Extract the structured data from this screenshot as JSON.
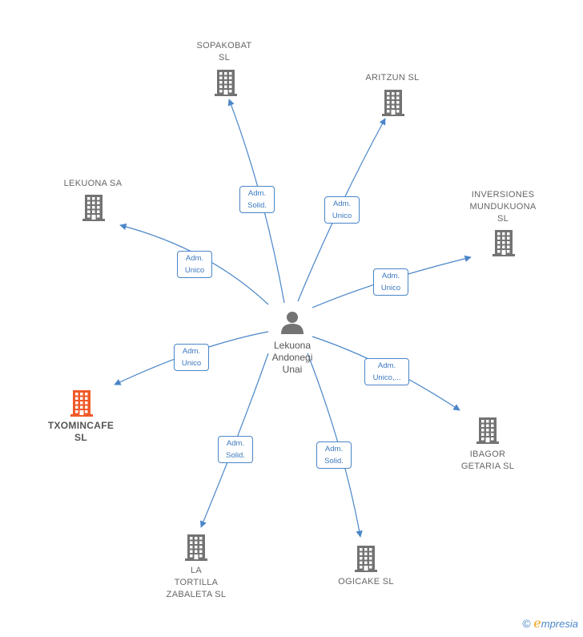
{
  "center": {
    "name": "Lekuona\nAndonegi\nUnai"
  },
  "nodes": [
    {
      "id": "sopakobat",
      "label": "SOPAKOBAT\nSL",
      "highlight": false
    },
    {
      "id": "aritzun",
      "label": "ARITZUN  SL",
      "highlight": false
    },
    {
      "id": "lekuona-sa",
      "label": "LEKUONA SA",
      "highlight": false
    },
    {
      "id": "inversiones",
      "label": "INVERSIONES\nMUNDUKUONA\nSL",
      "highlight": false
    },
    {
      "id": "txomincafe",
      "label": "TXOMINCAFE\nSL",
      "highlight": true
    },
    {
      "id": "ibagor",
      "label": "IBAGOR\nGETARIA  SL",
      "highlight": false
    },
    {
      "id": "la-tortilla",
      "label": "LA\nTORTILLA\nZABALETA  SL",
      "highlight": false
    },
    {
      "id": "ogicake",
      "label": "OGICAKE  SL",
      "highlight": false
    }
  ],
  "edges": [
    {
      "to": "sopakobat",
      "label": "Adm.\nSolid."
    },
    {
      "to": "aritzun",
      "label": "Adm.\nUnico"
    },
    {
      "to": "lekuona-sa",
      "label": "Adm.\nUnico"
    },
    {
      "to": "inversiones",
      "label": "Adm.\nUnico"
    },
    {
      "to": "txomincafe",
      "label": "Adm.\nUnico"
    },
    {
      "to": "ibagor",
      "label": "Adm.\nUnico,..."
    },
    {
      "to": "la-tortilla",
      "label": "Adm.\nSolid."
    },
    {
      "to": "ogicake",
      "label": "Adm.\nSolid."
    }
  ],
  "colors": {
    "edge": "#4a86c8",
    "building": "#737373",
    "highlight": "#f05a28",
    "person": "#737373"
  },
  "icons": {
    "company": "building-icon",
    "person": "person-icon"
  },
  "footer": {
    "copyright_symbol": "©",
    "brand_initial": "e",
    "brand_rest": "mpresia"
  }
}
